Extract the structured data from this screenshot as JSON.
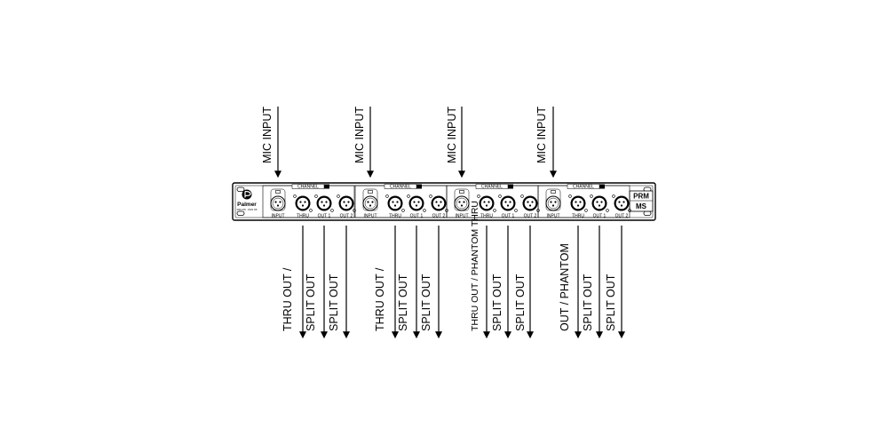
{
  "mic_input_label": "MIC INPUT",
  "channel_label": "CHANNEL",
  "brand": {
    "name": "Palmer",
    "sub": "PAN 05 · PAS 05",
    "model_top": "PRM",
    "model_bottom": "MS"
  },
  "channels": [
    {
      "jacks": [
        "INPUT",
        "THRU",
        "OUT 1",
        "OUT 2"
      ],
      "outputs": [
        "THRU OUT /",
        "SPLIT OUT",
        "SPLIT OUT"
      ]
    },
    {
      "jacks": [
        "INPUT",
        "THRU",
        "OUT 1",
        "OUT 2"
      ],
      "outputs": [
        "THRU OUT /",
        "SPLIT OUT",
        "SPLIT OUT"
      ]
    },
    {
      "jacks": [
        "INPUT",
        "THRU",
        "OUT 1",
        "OUT 2"
      ],
      "outputs": [
        "THRU OUT / PHANTOM THRU",
        "SPLIT OUT",
        "SPLIT OUT"
      ]
    },
    {
      "jacks": [
        "INPUT",
        "THRU",
        "OUT 1",
        "OUT 2"
      ],
      "outputs": [
        "OUT / PHANTOM",
        "SPLIT OUT",
        "SPLIT OUT"
      ]
    }
  ]
}
